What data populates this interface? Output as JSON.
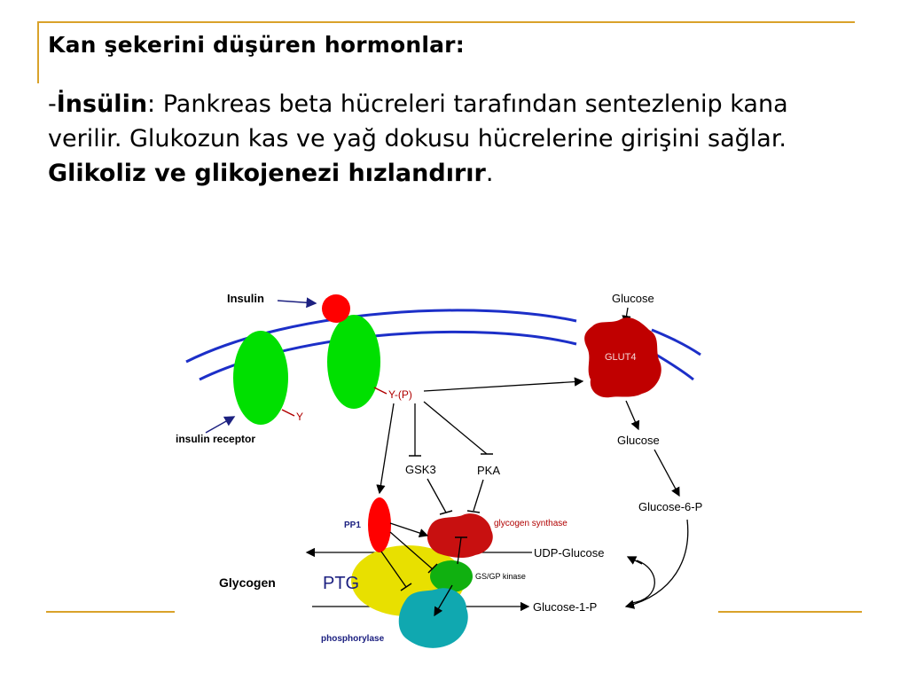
{
  "slide": {
    "title": "Kan şekerini düşüren hormonlar:",
    "dash": "-",
    "term": "İnsülin",
    "colon": ": ",
    "sentence1": "Pankreas beta hücreleri tarafından sentezlenip kana verilir. Glukozun kas ve yağ dokusu hücrelerine girişini sağlar. ",
    "sentence2_bold": "Glikoliz ve glikojenezi hızlandırır",
    "period": "."
  },
  "diagram": {
    "labels": {
      "insulin": "Insulin",
      "insulin_receptor": "insulin receptor",
      "y": "Y",
      "yp": "Y-(P)",
      "glucose_top": "Glucose",
      "glut4": "GLUT4",
      "glucose_mid": "Glucose",
      "glucose_6p": "Glucose-6-P",
      "gsk3": "GSK3",
      "pka": "PKA",
      "pp1": "PP1",
      "glycogen_synthase": "glycogen synthase",
      "udp_glucose": "UDP-Glucose",
      "glycogen": "Glycogen",
      "ptg": "PTG",
      "gs_gp_kinase": "GS/GP kinase",
      "glucose_1p": "Glucose-1-P",
      "phosphorylase": "phosphorylase"
    },
    "colors": {
      "membrane": "#1c2fc8",
      "receptor": "#00e000",
      "insulin_ball": "#ff0000",
      "glut4": "#c00000",
      "pp1": "#ff0000",
      "glycogen_synthase": "#c81010",
      "ptg": "#e8e000",
      "gs_gp_kinase": "#10b010",
      "phosphorylase": "#10a8b0",
      "label_red": "#b00000",
      "label_navy": "#1c2080"
    }
  }
}
